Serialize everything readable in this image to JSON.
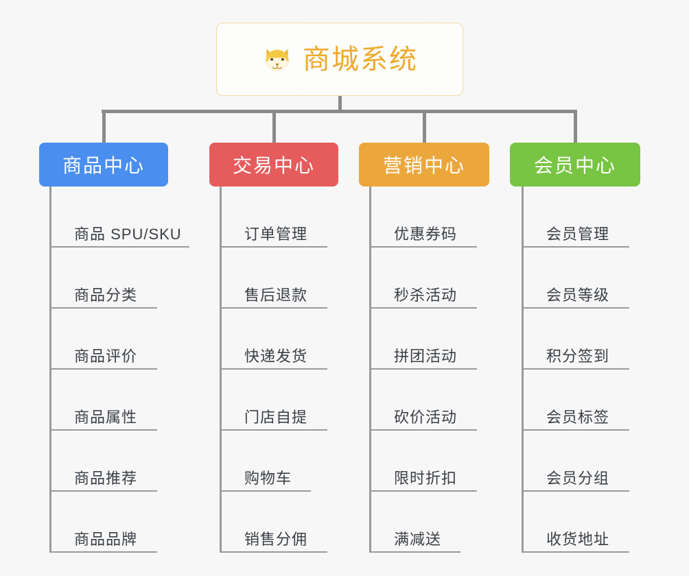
{
  "background_color": "#f7f7f7",
  "root": {
    "title": "商城系统",
    "icon": "shiba-dog-icon",
    "text_color": "#eeaa2d",
    "border_color": "#efb23a"
  },
  "connector_color": "#8a8a8a",
  "columns": [
    {
      "id": "product-center",
      "label": "商品中心",
      "color": "#4a8ef0",
      "items": [
        {
          "label": "商品 SPU/SKU",
          "underline_width": 204
        },
        {
          "label": "商品分类",
          "underline_width": 157
        },
        {
          "label": "商品评价",
          "underline_width": 157
        },
        {
          "label": "商品属性",
          "underline_width": 157
        },
        {
          "label": "商品推荐",
          "underline_width": 157
        },
        {
          "label": "商品品牌",
          "underline_width": 157
        }
      ]
    },
    {
      "id": "trade-center",
      "label": "交易中心",
      "color": "#e65c5c",
      "items": [
        {
          "label": "订单管理",
          "underline_width": 157
        },
        {
          "label": "售后退款",
          "underline_width": 157
        },
        {
          "label": "快递发货",
          "underline_width": 157
        },
        {
          "label": "门店自提",
          "underline_width": 157
        },
        {
          "label": "购物车",
          "underline_width": 133
        },
        {
          "label": "销售分佣",
          "underline_width": 157
        }
      ]
    },
    {
      "id": "marketing-center",
      "label": "营销中心",
      "color": "#eca73c",
      "items": [
        {
          "label": "优惠券码",
          "underline_width": 157
        },
        {
          "label": "秒杀活动",
          "underline_width": 157
        },
        {
          "label": "拼团活动",
          "underline_width": 157
        },
        {
          "label": "砍价活动",
          "underline_width": 157
        },
        {
          "label": "限时折扣",
          "underline_width": 157
        },
        {
          "label": "满减送",
          "underline_width": 133
        }
      ]
    },
    {
      "id": "member-center",
      "label": "会员中心",
      "color": "#78c443",
      "items": [
        {
          "label": "会员管理",
          "underline_width": 157
        },
        {
          "label": "会员等级",
          "underline_width": 157
        },
        {
          "label": "积分签到",
          "underline_width": 157
        },
        {
          "label": "会员标签",
          "underline_width": 157
        },
        {
          "label": "会员分组",
          "underline_width": 157
        },
        {
          "label": "收货地址",
          "underline_width": 157
        }
      ]
    }
  ]
}
